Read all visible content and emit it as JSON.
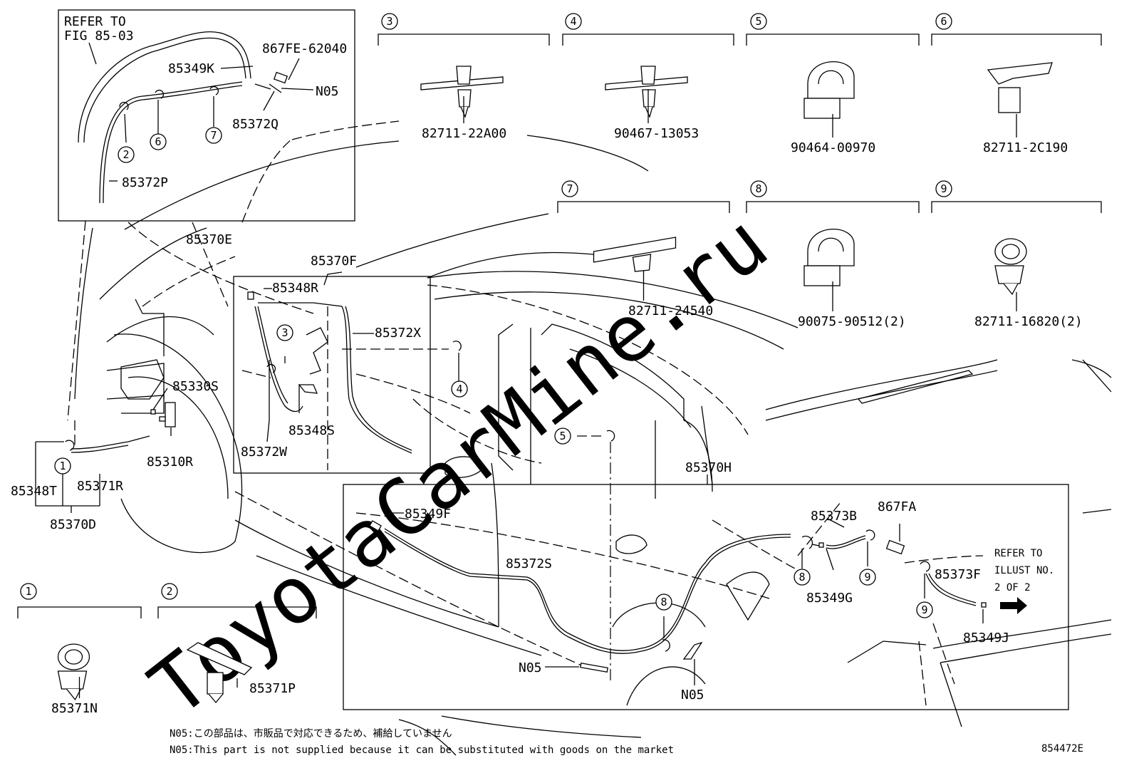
{
  "watermark": "ToyotaCarMine.ru",
  "figure_code": "854472E",
  "notes": {
    "jp": "N05:この部品は、市販品で対応できるため、補給していません",
    "en": "N05:This part is not supplied because it can be substituted with goods on the market"
  },
  "refer_fig": [
    "REFER TO",
    "FIG 85-03"
  ],
  "refer_illust": [
    "REFER TO",
    "ILLUST NO.",
    "2 OF 2"
  ],
  "legend": [
    {
      "num": "1",
      "part": "85371N"
    },
    {
      "num": "2",
      "part": "85371P"
    },
    {
      "num": "3",
      "part": "82711-22A00"
    },
    {
      "num": "4",
      "part": "90467-13053"
    },
    {
      "num": "5",
      "part": "90464-00970"
    },
    {
      "num": "6",
      "part": "82711-2C190"
    },
    {
      "num": "7",
      "part": "82711-24540"
    },
    {
      "num": "8",
      "part": "90075-90512(2)"
    },
    {
      "num": "9",
      "part": "82711-16820(2)"
    }
  ],
  "parts": {
    "p867FE": "867FE-62040",
    "p85349K": "85349K",
    "N05_top": "N05",
    "p85372Q": "85372Q",
    "p85372P": "85372P",
    "p85370E": "85370E",
    "p85370F": "85370F",
    "p85348R": "85348R",
    "p85372X": "85372X",
    "p85330S": "85330S",
    "p85348S": "85348S",
    "p85372W": "85372W",
    "p85310R": "85310R",
    "p85348T": "85348T",
    "p85371R": "85371R",
    "p85370D": "85370D",
    "p85370H": "85370H",
    "p85349F": "85349F",
    "p85373B": "85373B",
    "p867FA": "867FA",
    "p85372S": "85372S",
    "p85349G": "85349G",
    "p85373F": "85373F",
    "p85349J": "85349J",
    "N05_a": "N05",
    "N05_b": "N05"
  },
  "callouts": {
    "c1": "1",
    "c2": "2",
    "c3": "3",
    "c4": "4",
    "c5": "5",
    "c6": "6",
    "c7": "7",
    "c8a": "8",
    "c8b": "8",
    "c9a": "9",
    "c9b": "9"
  }
}
